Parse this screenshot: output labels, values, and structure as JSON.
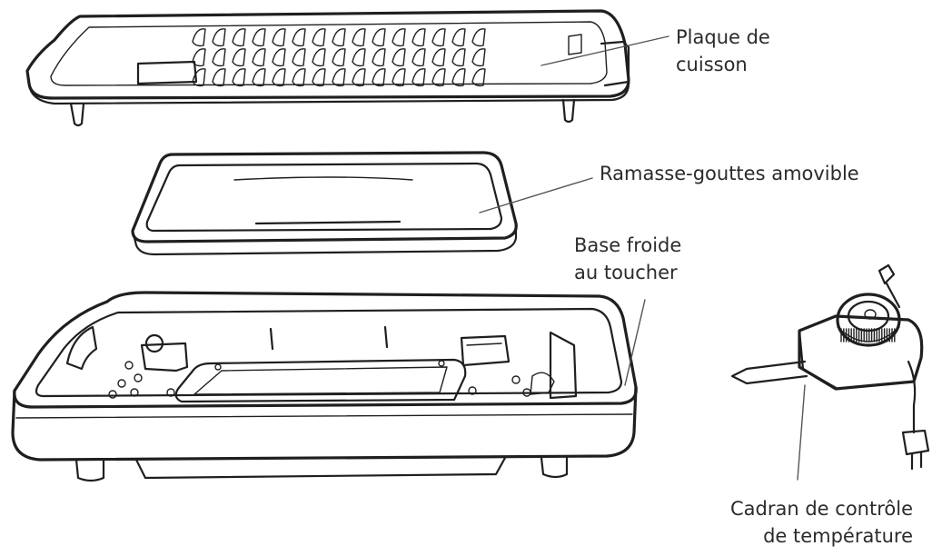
{
  "colors": {
    "ink": "#1f1f1f",
    "label": "#2b2b2b",
    "leader": "#555555",
    "background": "#ffffff"
  },
  "labels": {
    "plate": {
      "line1": "Plaque de",
      "line2": "cuisson"
    },
    "drip_tray": {
      "line1": "Ramasse-gouttes amovible"
    },
    "base": {
      "line1": "Base froide",
      "line2": "au toucher"
    },
    "dial": {
      "line1": "Cadran de contrôle",
      "line2": "de température"
    }
  }
}
